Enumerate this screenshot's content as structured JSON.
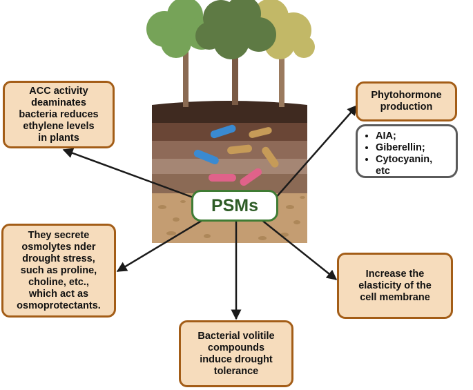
{
  "center": {
    "label": "PSMs"
  },
  "boxes": {
    "acc": "ACC activity\ndeaminates\nbacteria reduces\nethylene levels\nin plants",
    "phytohormone": "Phytohormone\nproduction",
    "osmolytes": "They secrete\nosmolytes nder\ndrought stress,\nsuch as proline,\ncholine, etc.,\nwhich act as\nosmoprotectants.",
    "elasticity": "Increase the\nelasticity of the\ncell membrane",
    "volatile": "Bacterial volitile\ncompounds\ninduce drought\ntolerance"
  },
  "phytohormone_list": [
    "AIA;",
    "Giberellin;",
    "Cytocyanin,\netc"
  ],
  "colors": {
    "box_fill": "#f6dcbc",
    "box_border": "#a35d17",
    "hub_border": "#3f7c34",
    "arrow": "#1a1a1a"
  }
}
